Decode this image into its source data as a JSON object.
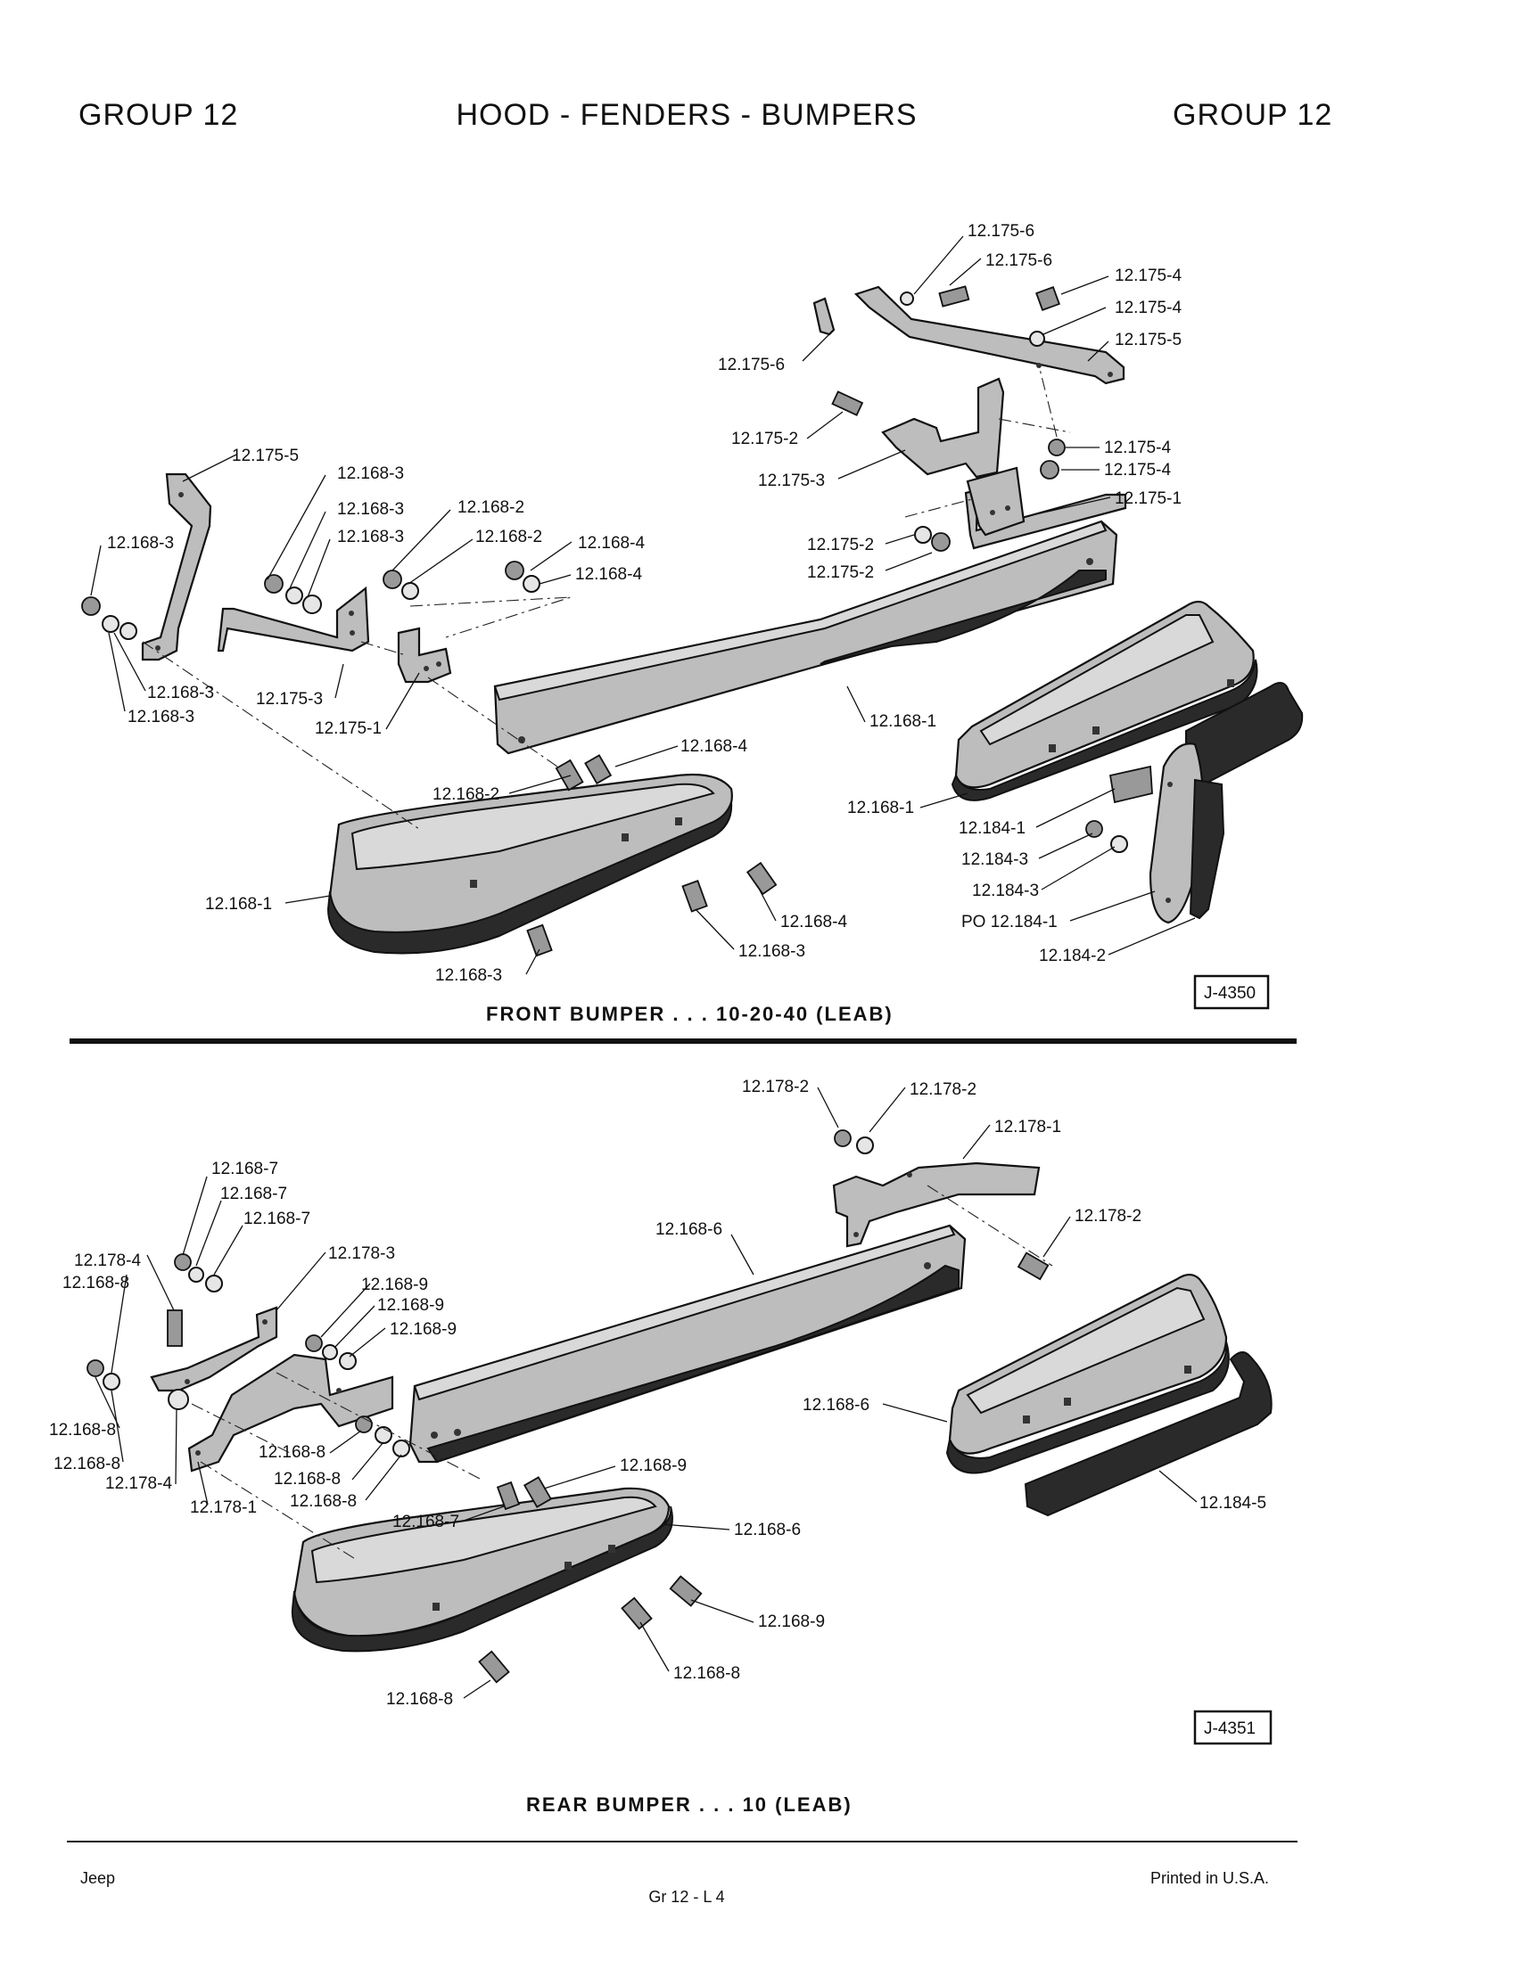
{
  "header": {
    "left": "GROUP 12",
    "center": "HOOD - FENDERS - BUMPERS",
    "right": "GROUP 12"
  },
  "front": {
    "caption": "FRONT BUMPER . . . 10-20-40 (LEAB)",
    "ref": "J-4350",
    "labels": [
      "12.175-6",
      "12.175-6",
      "12.175-4",
      "12.175-4",
      "12.175-5",
      "12.175-6",
      "12.175-2",
      "12.175-4",
      "12.175-3",
      "12.175-4",
      "12.175-1",
      "12.175-5",
      "12.168-3",
      "12.168-3",
      "12.168-2",
      "12.168-3",
      "12.168-2",
      "12.168-3",
      "12.168-4",
      "12.168-4",
      "12.175-2",
      "12.175-2",
      "12.168-3",
      "12.168-3",
      "12.175-3",
      "12.175-1",
      "12.168-1",
      "12.168-4",
      "12.168-2",
      "12.168-1",
      "12.184-1",
      "12.184-3",
      "12.184-3",
      "PO 12.184-1",
      "12.168-1",
      "12.168-4",
      "12.168-3",
      "12.184-2",
      "12.168-3"
    ]
  },
  "rear": {
    "caption": "REAR BUMPER . . . 10 (LEAB)",
    "ref": "J-4351",
    "labels": [
      "12.178-2",
      "12.178-2",
      "12.178-1",
      "12.168-7",
      "12.168-7",
      "12.168-7",
      "12.178-2",
      "12.168-6",
      "12.178-4",
      "12.178-3",
      "12.168-8",
      "12.168-9",
      "12.168-9",
      "12.168-9",
      "12.168-6",
      "12.168-8",
      "12.168-8",
      "12.168-8",
      "12.168-8",
      "12.168-8",
      "12.178-4",
      "12.178-1",
      "12.168-9",
      "12.168-7",
      "12.168-6",
      "12.184-5",
      "12.168-9",
      "12.168-8",
      "12.168-8"
    ]
  },
  "footer": {
    "left": "Jeep",
    "center": "Gr 12 - L 4",
    "right": "Printed in U.S.A."
  }
}
